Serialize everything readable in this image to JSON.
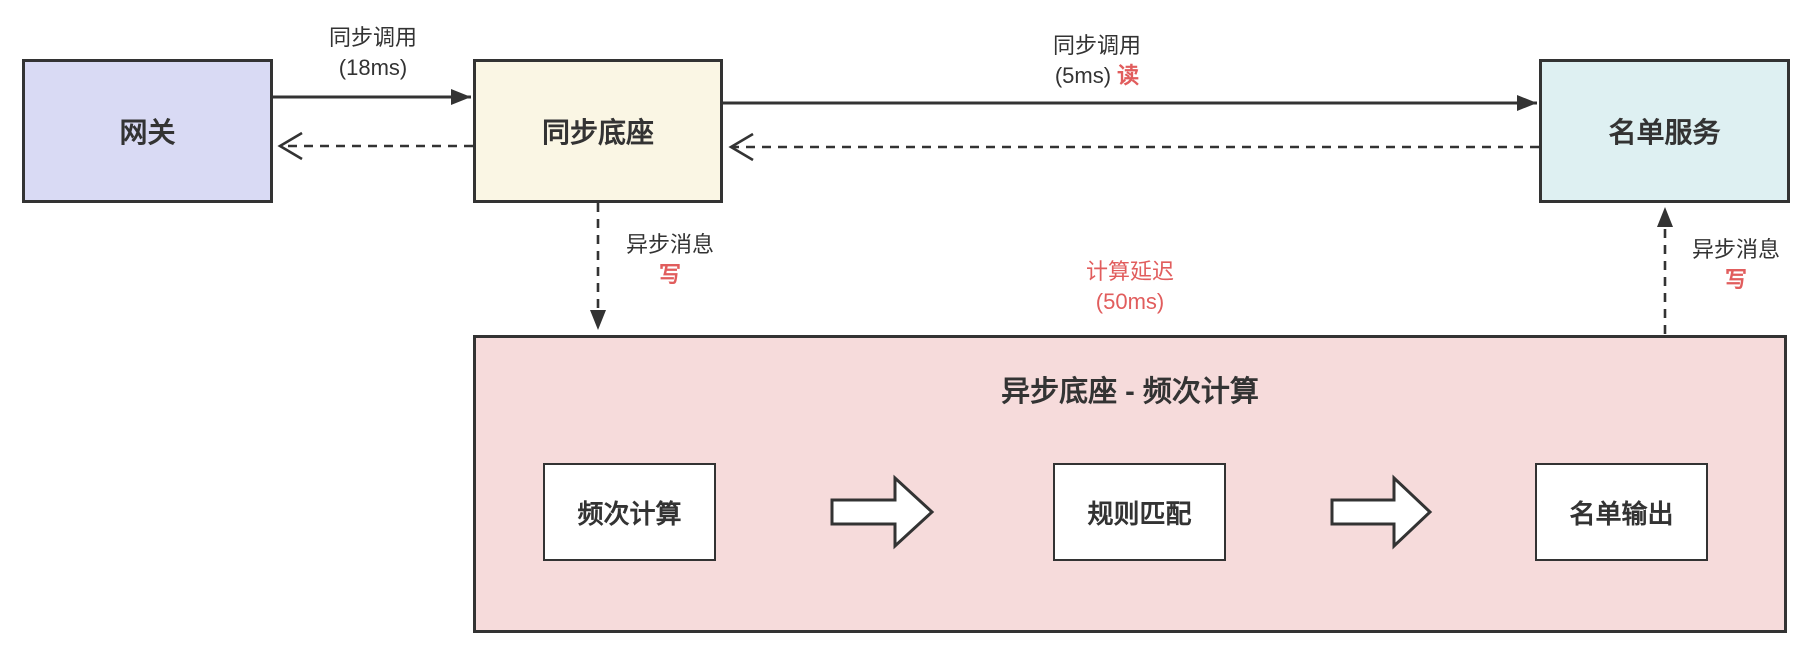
{
  "diagram": {
    "nodes": {
      "gateway": {
        "label": "网关"
      },
      "sync_base": {
        "label": "同步底座"
      },
      "list_service": {
        "label": "名单服务"
      },
      "async_container": {
        "title": "异步底座 - 频次计算"
      },
      "freq_calc": {
        "label": "频次计算"
      },
      "rule_match": {
        "label": "规则匹配"
      },
      "list_output": {
        "label": "名单输出"
      }
    },
    "edges": {
      "gateway_to_sync": {
        "line1": "同步调用",
        "line2": "(18ms)"
      },
      "sync_to_list": {
        "line1": "同步调用",
        "line2": "(5ms)",
        "accent": "读"
      },
      "sync_to_async": {
        "line1": "异步消息",
        "accent": "写"
      },
      "async_to_list": {
        "line1": "异步消息",
        "accent": "写"
      },
      "delay_note": {
        "line1": "计算延迟",
        "line2": "(50ms)"
      }
    },
    "colors": {
      "gateway_fill": "#D9DAF4",
      "sync_base_fill": "#FAF6E4",
      "list_service_fill": "#DEF0F2",
      "async_fill": "#F6DBDB",
      "node_fill": "#FFFFFF",
      "stroke": "#333333",
      "accent_red": "#E15D5D"
    }
  }
}
